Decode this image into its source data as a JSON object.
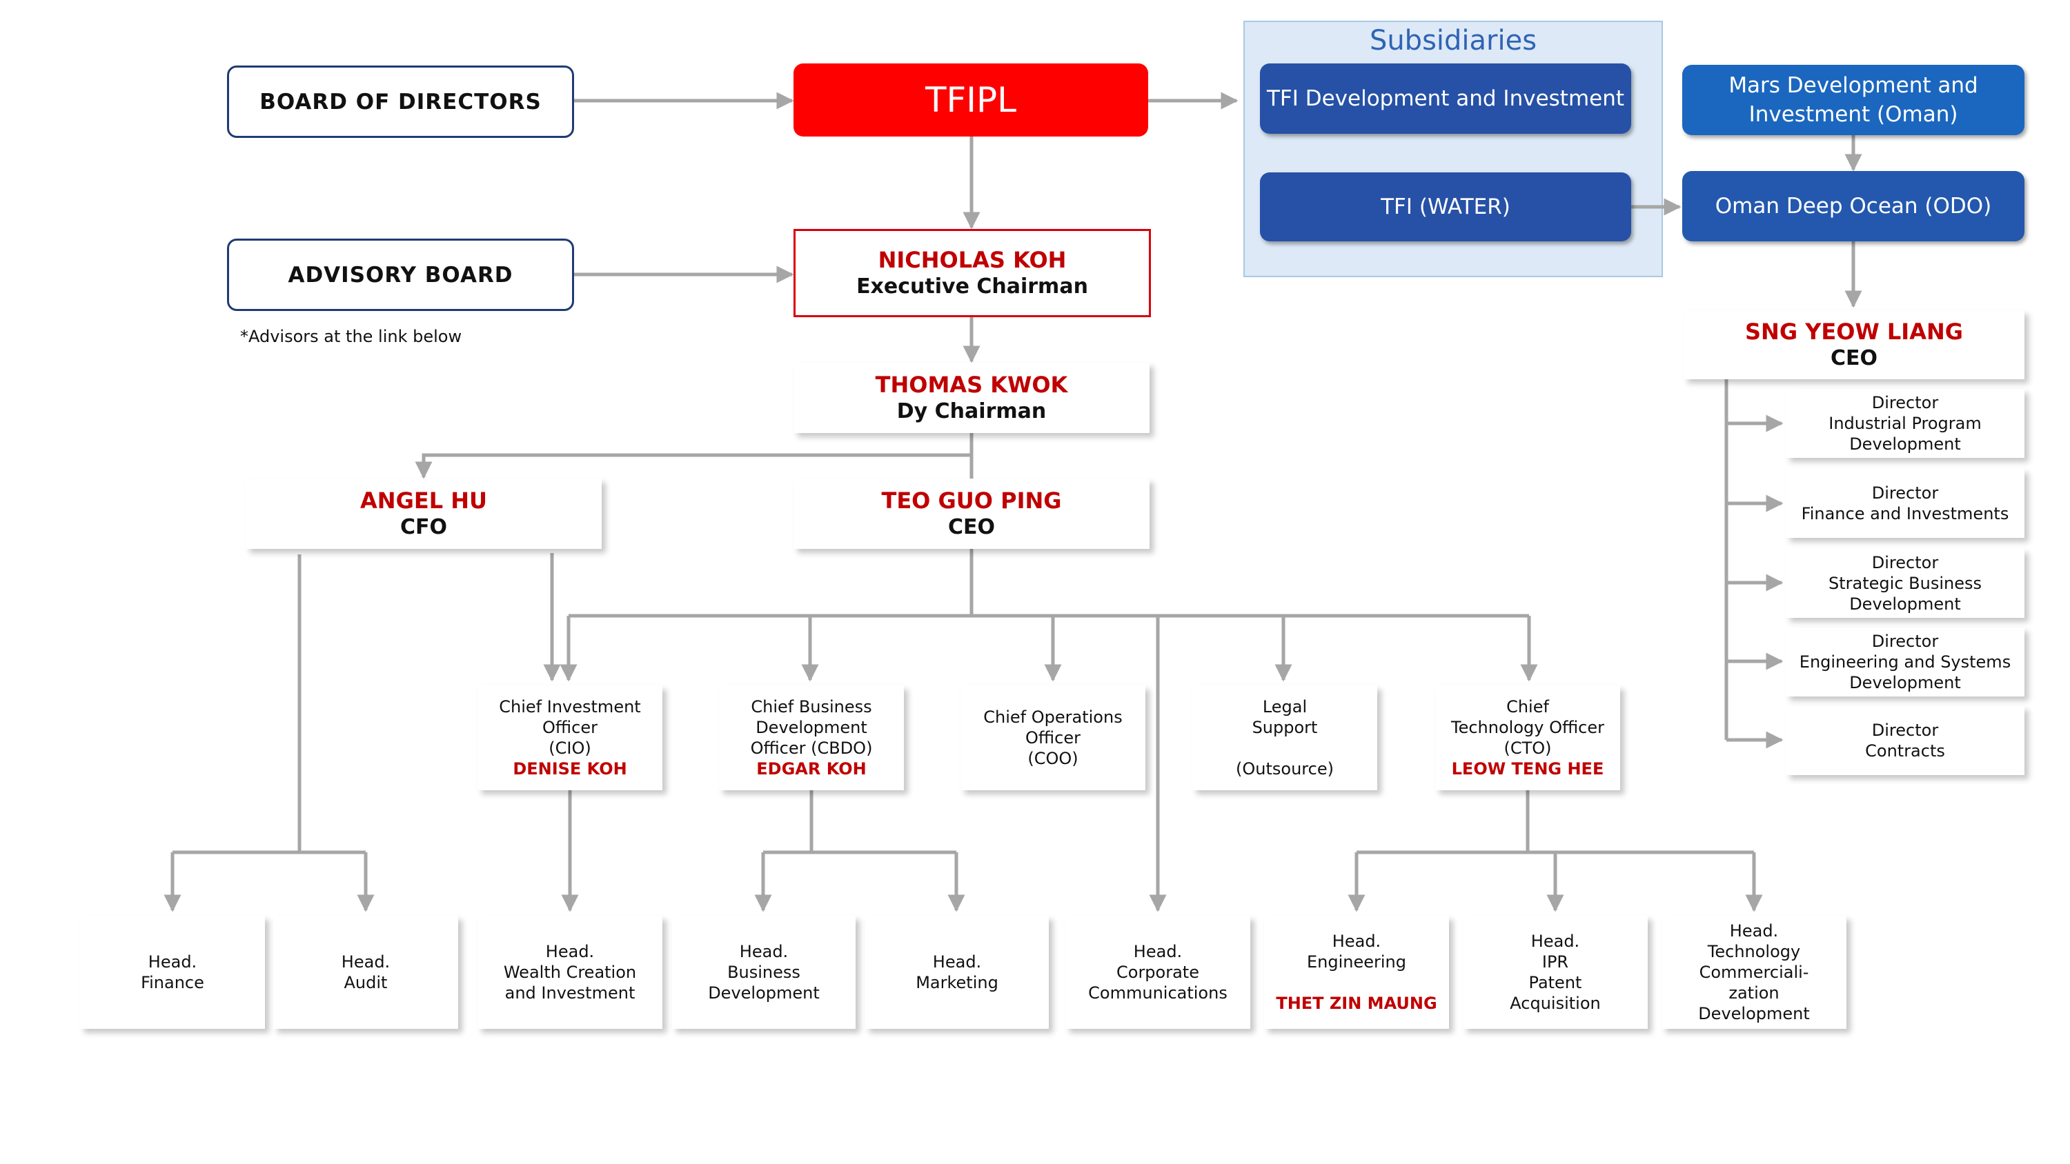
{
  "board": "BOARD OF DIRECTORS",
  "advisory": {
    "label": "ADVISORY BOARD",
    "note": "*Advisors at the link below"
  },
  "tfipl": "TFIPL",
  "exec_chairman": {
    "name": "NICHOLAS KOH",
    "title": "Executive Chairman"
  },
  "dy_chairman": {
    "name": "THOMAS KWOK",
    "title": "Dy Chairman"
  },
  "cfo": {
    "name": "ANGEL HU",
    "title": "CFO"
  },
  "ceo": {
    "name": "TEO GUO PING",
    "title": "CEO"
  },
  "subsidiaries": {
    "title": "Subsidiaries",
    "items": [
      "TFI Development and Investment",
      "TFI (WATER)"
    ]
  },
  "oman": {
    "mars": [
      "Mars Development and",
      "Investment (Oman)"
    ],
    "odo": "Oman Deep Ocean (ODO)",
    "ceo": {
      "name": "SNG YEOW LIANG",
      "title": "CEO"
    },
    "directors": [
      [
        "Director",
        "Industrial Program",
        "Development"
      ],
      [
        "Director",
        "Finance and Investments"
      ],
      [
        "Director",
        "Strategic Business",
        "Development"
      ],
      [
        "Director",
        "Engineering and Systems",
        "Development"
      ],
      [
        "Director",
        "Contracts"
      ]
    ]
  },
  "chiefs": {
    "cio": {
      "lines": [
        "Chief Investment",
        "Officer",
        "(CIO)"
      ],
      "name": "DENISE KOH"
    },
    "cbdo": {
      "lines": [
        "Chief Business",
        "Development",
        "Officer  (CBDO)"
      ],
      "name": "EDGAR KOH"
    },
    "coo": {
      "lines": [
        "Chief Operations",
        "Officer",
        "(COO)"
      ]
    },
    "legal": {
      "lines": [
        "Legal",
        "Support",
        "",
        "(Outsource)"
      ]
    },
    "cto": {
      "lines": [
        "Chief",
        "Technology Officer",
        "(CTO)"
      ],
      "name": "LEOW TENG HEE"
    }
  },
  "heads": {
    "finance": [
      "Head.",
      "Finance"
    ],
    "audit": [
      "Head.",
      "Audit"
    ],
    "wealth": [
      "Head.",
      "Wealth Creation",
      "and Investment"
    ],
    "bizdev": [
      "Head.",
      "Business",
      "Development"
    ],
    "marketing": [
      "Head.",
      "Marketing"
    ],
    "corpcomm": [
      "Head.",
      "Corporate",
      "Communications"
    ],
    "engineering": {
      "lines": [
        "Head.",
        "Engineering",
        ""
      ],
      "name": "THET ZIN MAUNG"
    },
    "ipr": [
      "Head.",
      "IPR",
      "Patent",
      "Acquisition"
    ],
    "techcomm": [
      "Head.",
      "Technology",
      "Commerciali-",
      "zation",
      "Development"
    ]
  }
}
